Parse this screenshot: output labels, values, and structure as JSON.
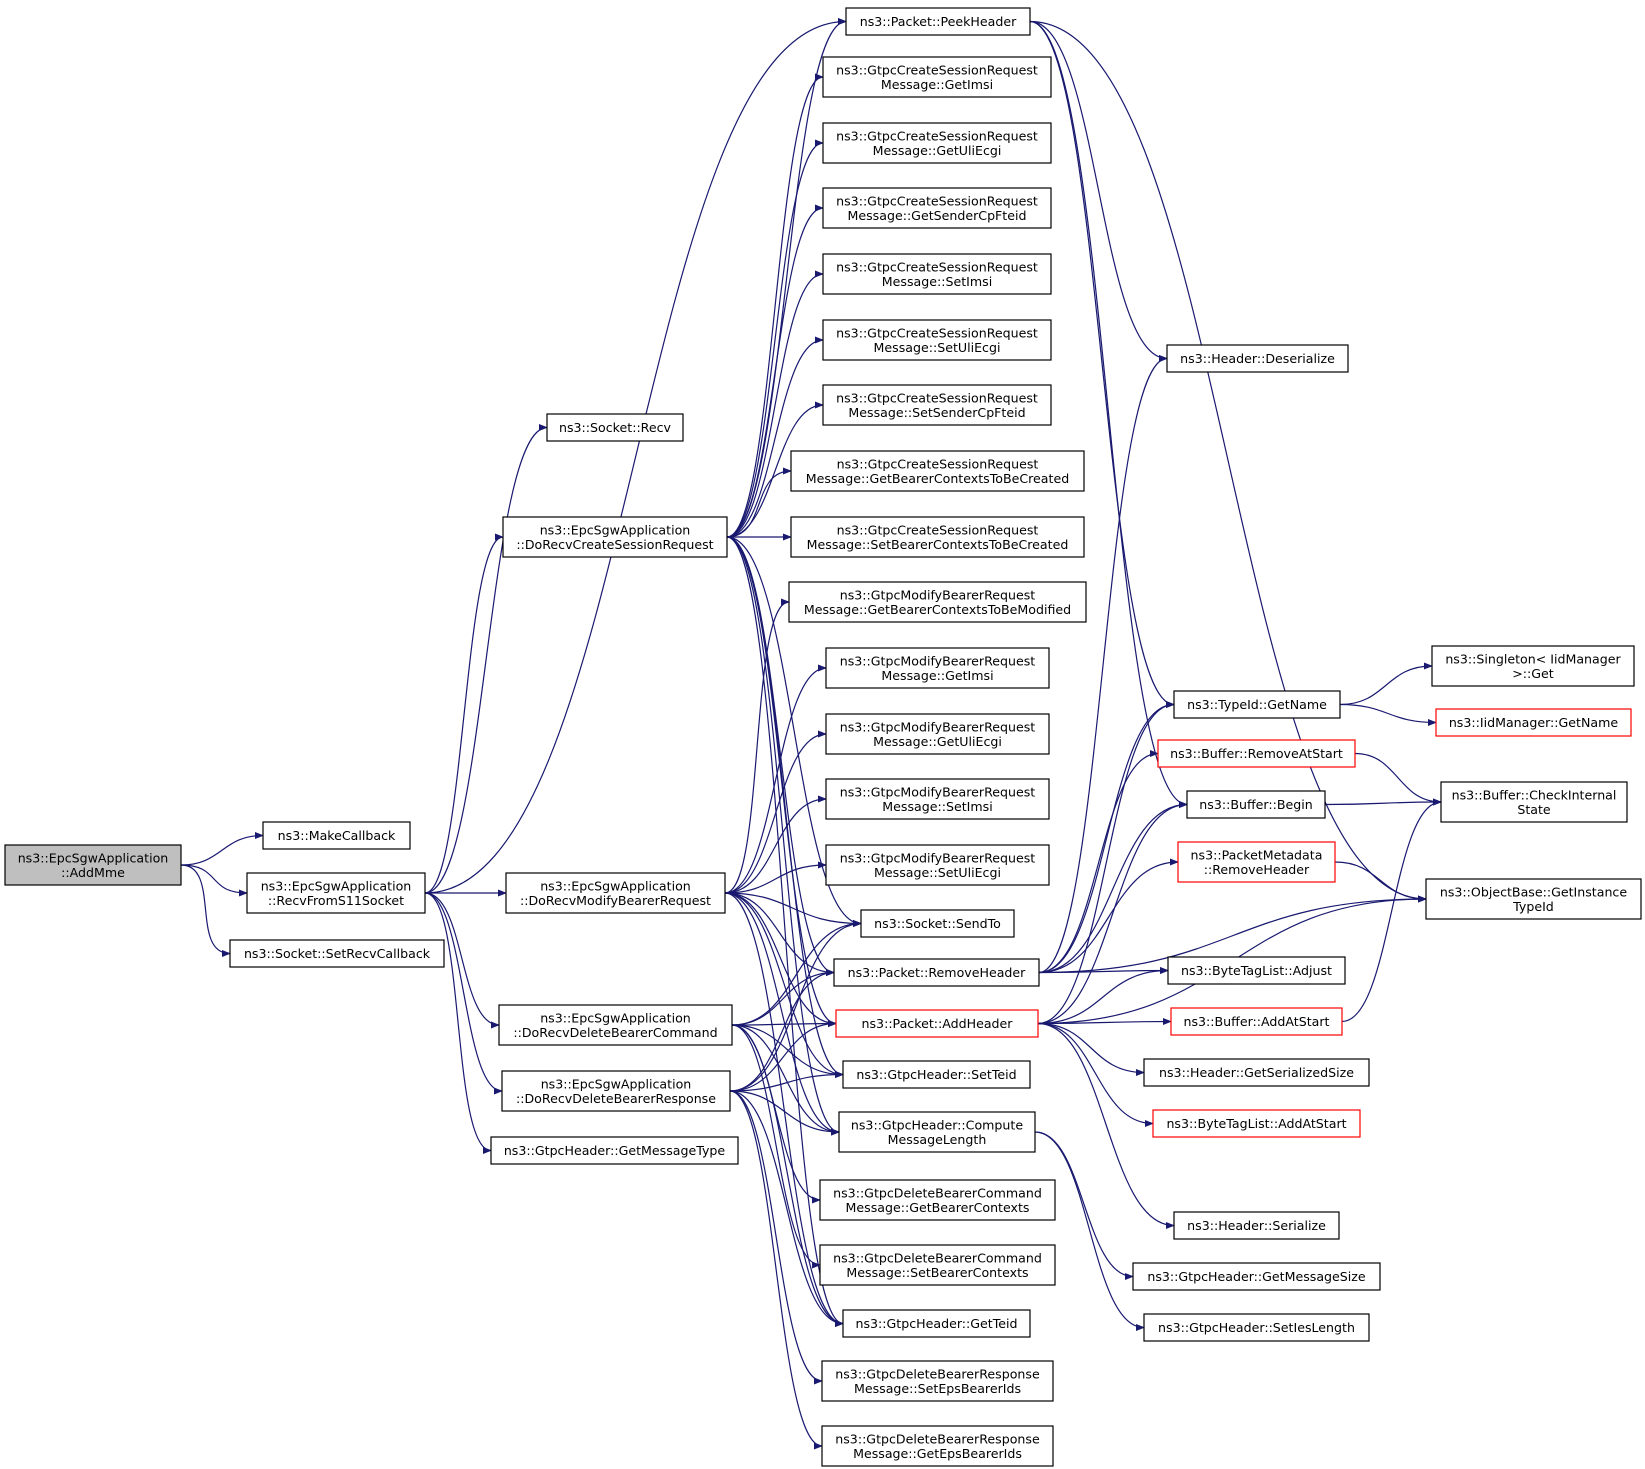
{
  "colors": {
    "edge": "#191970",
    "border": "#000000",
    "border_truncated": "#ff0000",
    "root_fill": "#bfbfbf",
    "fill": "#ffffff"
  },
  "nodes": [
    {
      "id": "addmme",
      "lines": [
        "ns3::EpcSgwApplication",
        "::AddMme"
      ],
      "root": true
    },
    {
      "id": "makecallback",
      "lines": [
        "ns3::MakeCallback"
      ]
    },
    {
      "id": "recvfroms11",
      "lines": [
        "ns3::EpcSgwApplication",
        "::RecvFromS11Socket"
      ]
    },
    {
      "id": "setrecvcallback",
      "lines": [
        "ns3::Socket::SetRecvCallback"
      ]
    },
    {
      "id": "socketrecv",
      "lines": [
        "ns3::Socket::Recv"
      ]
    },
    {
      "id": "dorecvcreate",
      "lines": [
        "ns3::EpcSgwApplication",
        "::DoRecvCreateSessionRequest"
      ]
    },
    {
      "id": "dorecvmodify",
      "lines": [
        "ns3::EpcSgwApplication",
        "::DoRecvModifyBearerRequest"
      ]
    },
    {
      "id": "dorecvdelcmd",
      "lines": [
        "ns3::EpcSgwApplication",
        "::DoRecvDeleteBearerCommand"
      ]
    },
    {
      "id": "dorecvdelresp",
      "lines": [
        "ns3::EpcSgwApplication",
        "::DoRecvDeleteBearerResponse"
      ]
    },
    {
      "id": "getmsgtype",
      "lines": [
        "ns3::GtpcHeader::GetMessageType"
      ]
    },
    {
      "id": "peekheader",
      "lines": [
        "ns3::Packet::PeekHeader"
      ]
    },
    {
      "id": "cs_getimsi",
      "lines": [
        "ns3::GtpcCreateSessionRequest",
        "Message::GetImsi"
      ]
    },
    {
      "id": "cs_getuli",
      "lines": [
        "ns3::GtpcCreateSessionRequest",
        "Message::GetUliEcgi"
      ]
    },
    {
      "id": "cs_getsender",
      "lines": [
        "ns3::GtpcCreateSessionRequest",
        "Message::GetSenderCpFteid"
      ]
    },
    {
      "id": "cs_setimsi",
      "lines": [
        "ns3::GtpcCreateSessionRequest",
        "Message::SetImsi"
      ]
    },
    {
      "id": "cs_setuli",
      "lines": [
        "ns3::GtpcCreateSessionRequest",
        "Message::SetUliEcgi"
      ]
    },
    {
      "id": "cs_setsender",
      "lines": [
        "ns3::GtpcCreateSessionRequest",
        "Message::SetSenderCpFteid"
      ]
    },
    {
      "id": "cs_getbctbc",
      "lines": [
        "ns3::GtpcCreateSessionRequest",
        "Message::GetBearerContextsToBeCreated"
      ]
    },
    {
      "id": "cs_setbctbc",
      "lines": [
        "ns3::GtpcCreateSessionRequest",
        "Message::SetBearerContextsToBeCreated"
      ]
    },
    {
      "id": "mb_getbctbm",
      "lines": [
        "ns3::GtpcModifyBearerRequest",
        "Message::GetBearerContextsToBeModified"
      ]
    },
    {
      "id": "mb_getimsi",
      "lines": [
        "ns3::GtpcModifyBearerRequest",
        "Message::GetImsi"
      ]
    },
    {
      "id": "mb_getuli",
      "lines": [
        "ns3::GtpcModifyBearerRequest",
        "Message::GetUliEcgi"
      ]
    },
    {
      "id": "mb_setimsi",
      "lines": [
        "ns3::GtpcModifyBearerRequest",
        "Message::SetImsi"
      ]
    },
    {
      "id": "mb_setuli",
      "lines": [
        "ns3::GtpcModifyBearerRequest",
        "Message::SetUliEcgi"
      ]
    },
    {
      "id": "sendto",
      "lines": [
        "ns3::Socket::SendTo"
      ]
    },
    {
      "id": "removeheader",
      "lines": [
        "ns3::Packet::RemoveHeader"
      ]
    },
    {
      "id": "addheader",
      "lines": [
        "ns3::Packet::AddHeader"
      ],
      "truncated": true
    },
    {
      "id": "setteid",
      "lines": [
        "ns3::GtpcHeader::SetTeid"
      ]
    },
    {
      "id": "computelen",
      "lines": [
        "ns3::GtpcHeader::Compute",
        "MessageLength"
      ]
    },
    {
      "id": "dbc_getbc",
      "lines": [
        "ns3::GtpcDeleteBearerCommand",
        "Message::GetBearerContexts"
      ]
    },
    {
      "id": "dbc_setbc",
      "lines": [
        "ns3::GtpcDeleteBearerCommand",
        "Message::SetBearerContexts"
      ]
    },
    {
      "id": "getteid",
      "lines": [
        "ns3::GtpcHeader::GetTeid"
      ]
    },
    {
      "id": "dbr_seteps",
      "lines": [
        "ns3::GtpcDeleteBearerResponse",
        "Message::SetEpsBearerIds"
      ]
    },
    {
      "id": "dbr_geteps",
      "lines": [
        "ns3::GtpcDeleteBearerResponse",
        "Message::GetEpsBearerIds"
      ]
    },
    {
      "id": "deserialize",
      "lines": [
        "ns3::Header::Deserialize"
      ]
    },
    {
      "id": "typeidgetname",
      "lines": [
        "ns3::TypeId::GetName"
      ]
    },
    {
      "id": "removeatstart",
      "lines": [
        "ns3::Buffer::RemoveAtStart"
      ],
      "truncated": true
    },
    {
      "id": "bufferbegin",
      "lines": [
        "ns3::Buffer::Begin"
      ]
    },
    {
      "id": "pm_removeheader",
      "lines": [
        "ns3::PacketMetadata",
        "::RemoveHeader"
      ],
      "truncated": true
    },
    {
      "id": "btl_adjust",
      "lines": [
        "ns3::ByteTagList::Adjust"
      ]
    },
    {
      "id": "addatstart",
      "lines": [
        "ns3::Buffer::AddAtStart"
      ],
      "truncated": true
    },
    {
      "id": "getserialsize",
      "lines": [
        "ns3::Header::GetSerializedSize"
      ]
    },
    {
      "id": "btl_addatstart",
      "lines": [
        "ns3::ByteTagList::AddAtStart"
      ],
      "truncated": true
    },
    {
      "id": "headerserialize",
      "lines": [
        "ns3::Header::Serialize"
      ]
    },
    {
      "id": "getmsgsize",
      "lines": [
        "ns3::GtpcHeader::GetMessageSize"
      ]
    },
    {
      "id": "setieslen",
      "lines": [
        "ns3::GtpcHeader::SetIesLength"
      ]
    },
    {
      "id": "singletonget",
      "lines": [
        "ns3::Singleton< IidManager",
        " >::Get"
      ]
    },
    {
      "id": "iidgetname",
      "lines": [
        "ns3::IidManager::GetName"
      ],
      "truncated": true
    },
    {
      "id": "checkinternal",
      "lines": [
        "ns3::Buffer::CheckInternal",
        "State"
      ]
    },
    {
      "id": "getinstancetypeid",
      "lines": [
        "ns3::ObjectBase::GetInstance",
        "TypeId"
      ]
    }
  ],
  "edges": [
    [
      "addmme",
      "makecallback"
    ],
    [
      "addmme",
      "recvfroms11"
    ],
    [
      "addmme",
      "setrecvcallback"
    ],
    [
      "recvfroms11",
      "socketrecv"
    ],
    [
      "recvfroms11",
      "peekheader"
    ],
    [
      "recvfroms11",
      "dorecvcreate"
    ],
    [
      "recvfroms11",
      "dorecvmodify"
    ],
    [
      "recvfroms11",
      "dorecvdelcmd"
    ],
    [
      "recvfroms11",
      "dorecvdelresp"
    ],
    [
      "recvfroms11",
      "getmsgtype"
    ],
    [
      "dorecvcreate",
      "cs_getimsi"
    ],
    [
      "dorecvcreate",
      "cs_getuli"
    ],
    [
      "dorecvcreate",
      "cs_getsender"
    ],
    [
      "dorecvcreate",
      "cs_setimsi"
    ],
    [
      "dorecvcreate",
      "cs_setuli"
    ],
    [
      "dorecvcreate",
      "cs_setsender"
    ],
    [
      "dorecvcreate",
      "cs_getbctbc"
    ],
    [
      "dorecvcreate",
      "cs_setbctbc"
    ],
    [
      "dorecvcreate",
      "peekheader"
    ],
    [
      "dorecvcreate",
      "sendto"
    ],
    [
      "dorecvcreate",
      "removeheader"
    ],
    [
      "dorecvcreate",
      "addheader"
    ],
    [
      "dorecvcreate",
      "setteid"
    ],
    [
      "dorecvcreate",
      "computelen"
    ],
    [
      "dorecvcreate",
      "getteid"
    ],
    [
      "dorecvmodify",
      "mb_getbctbm"
    ],
    [
      "dorecvmodify",
      "mb_getimsi"
    ],
    [
      "dorecvmodify",
      "mb_getuli"
    ],
    [
      "dorecvmodify",
      "mb_setimsi"
    ],
    [
      "dorecvmodify",
      "mb_setuli"
    ],
    [
      "dorecvmodify",
      "sendto"
    ],
    [
      "dorecvmodify",
      "removeheader"
    ],
    [
      "dorecvmodify",
      "addheader"
    ],
    [
      "dorecvmodify",
      "setteid"
    ],
    [
      "dorecvmodify",
      "computelen"
    ],
    [
      "dorecvmodify",
      "getteid"
    ],
    [
      "dorecvdelcmd",
      "sendto"
    ],
    [
      "dorecvdelcmd",
      "removeheader"
    ],
    [
      "dorecvdelcmd",
      "addheader"
    ],
    [
      "dorecvdelcmd",
      "setteid"
    ],
    [
      "dorecvdelcmd",
      "computelen"
    ],
    [
      "dorecvdelcmd",
      "dbc_getbc"
    ],
    [
      "dorecvdelcmd",
      "dbc_setbc"
    ],
    [
      "dorecvdelcmd",
      "getteid"
    ],
    [
      "dorecvdelresp",
      "sendto"
    ],
    [
      "dorecvdelresp",
      "removeheader"
    ],
    [
      "dorecvdelresp",
      "addheader"
    ],
    [
      "dorecvdelresp",
      "setteid"
    ],
    [
      "dorecvdelresp",
      "computelen"
    ],
    [
      "dorecvdelresp",
      "getteid"
    ],
    [
      "dorecvdelresp",
      "dbr_seteps"
    ],
    [
      "dorecvdelresp",
      "dbr_geteps"
    ],
    [
      "peekheader",
      "deserialize"
    ],
    [
      "peekheader",
      "typeidgetname"
    ],
    [
      "peekheader",
      "bufferbegin"
    ],
    [
      "peekheader",
      "getinstancetypeid"
    ],
    [
      "removeheader",
      "deserialize"
    ],
    [
      "removeheader",
      "typeidgetname"
    ],
    [
      "removeheader",
      "removeatstart"
    ],
    [
      "removeheader",
      "bufferbegin"
    ],
    [
      "removeheader",
      "pm_removeheader"
    ],
    [
      "removeheader",
      "btl_adjust"
    ],
    [
      "removeheader",
      "getinstancetypeid"
    ],
    [
      "addheader",
      "typeidgetname"
    ],
    [
      "addheader",
      "bufferbegin"
    ],
    [
      "addheader",
      "btl_adjust"
    ],
    [
      "addheader",
      "addatstart"
    ],
    [
      "addheader",
      "getserialsize"
    ],
    [
      "addheader",
      "btl_addatstart"
    ],
    [
      "addheader",
      "headerserialize"
    ],
    [
      "addheader",
      "getinstancetypeid"
    ],
    [
      "computelen",
      "getmsgsize"
    ],
    [
      "computelen",
      "setieslen"
    ],
    [
      "typeidgetname",
      "singletonget"
    ],
    [
      "typeidgetname",
      "iidgetname"
    ],
    [
      "removeatstart",
      "checkinternal"
    ],
    [
      "bufferbegin",
      "checkinternal"
    ],
    [
      "pm_removeheader",
      "getinstancetypeid"
    ],
    [
      "addatstart",
      "checkinternal"
    ]
  ]
}
